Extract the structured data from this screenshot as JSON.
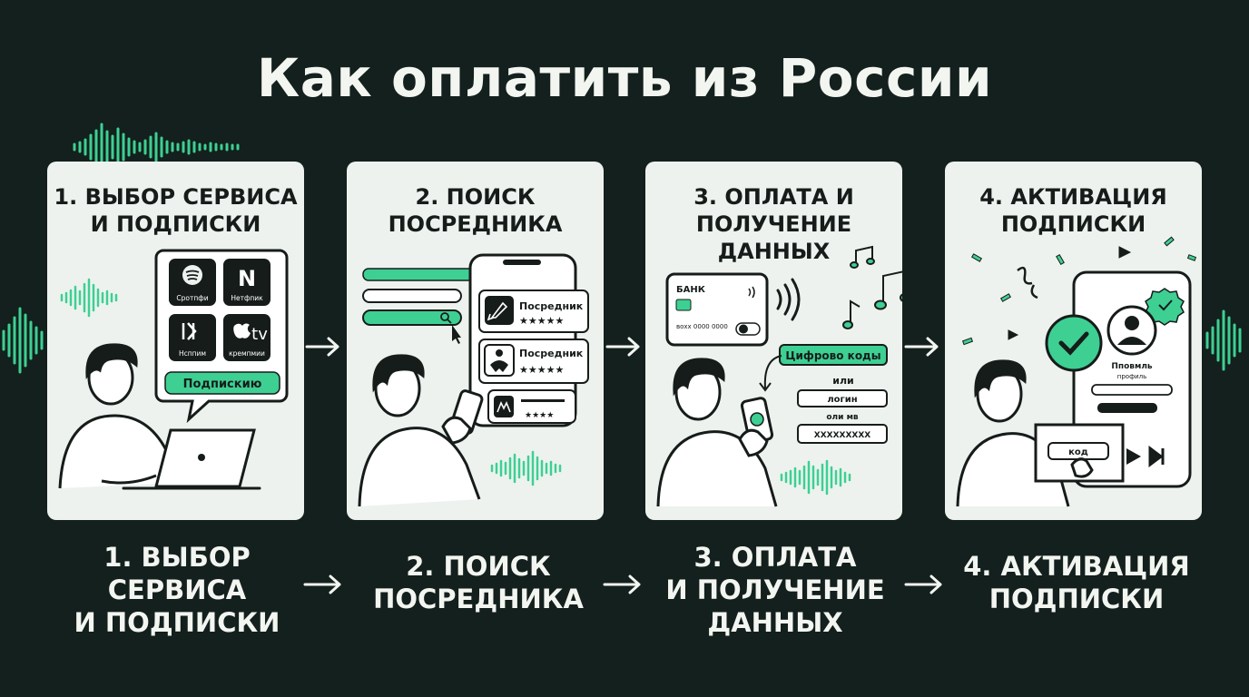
{
  "title": "Как оплатить из России",
  "colors": {
    "background": "#13201d",
    "accent": "#3ecf93",
    "card": "#edf2ee",
    "ink": "#161c1a"
  },
  "steps": [
    {
      "card_title_lines": [
        "1. ВЫБОР СЕРВИСА",
        "И ПОДПИСКИ"
      ],
      "caption_lines": [
        "1. ВЫБОР",
        "СЕРВИСА",
        "И ПОДПИСКИ"
      ],
      "apps": [
        "Сротпфи",
        "Нетфпик",
        "Нсппим",
        "кремпмии"
      ],
      "apple_tv": "tv",
      "netflix_glyph": "N",
      "button": "Подпискию",
      "icons": [
        "spotify-icon",
        "netflix-icon",
        "music-app-icon",
        "apple-tv-icon",
        "laptop-icon"
      ]
    },
    {
      "card_title_lines": [
        "2. ПОИСК",
        "ПОСРЕДНИКА"
      ],
      "caption_lines": [
        "2. ПОИСК",
        "ПОСРЕДНИКА"
      ],
      "listings": [
        {
          "name": "Посредник",
          "stars": "★★★★★",
          "icon": "rocket-icon"
        },
        {
          "name": "Посредник",
          "stars": "★★★★★",
          "icon": "person-icon"
        },
        {
          "name": "",
          "stars": "★★★★",
          "icon": "logo-icon"
        }
      ],
      "icons": [
        "search-icon",
        "cursor-icon",
        "phone-icon"
      ]
    },
    {
      "card_title_lines": [
        "3. ОПЛАТА И",
        "ПОЛУЧЕНИЕ",
        "ДАННЫХ"
      ],
      "caption_lines": [
        "3. ОПЛАТА",
        "И ПОЛУЧЕНИЕ",
        "ДАННЫХ"
      ],
      "bank_label": "БАНК",
      "card_number": "вохх 0000 0000",
      "codes_button": "Цифрово коды",
      "or_1": "или",
      "login": "логин",
      "or_2": "оли мв",
      "code_mask": "XXXXXXXXX",
      "icons": [
        "bank-card-icon",
        "contactless-icon",
        "music-notes-icon",
        "phone-icon"
      ]
    },
    {
      "card_title_lines": [
        "4. АКТИВАЦИЯ",
        "ПОДПИСКИ"
      ],
      "caption_lines": [
        "4. АКТИВАЦИЯ",
        "ПОДПИСКИ"
      ],
      "profile_title": "Пповмль",
      "profile_sub": "профиль",
      "code_button": "код",
      "icons": [
        "check-icon",
        "avatar-icon",
        "verified-badge-icon",
        "play-icon",
        "skip-icon",
        "confetti-icon"
      ]
    }
  ]
}
